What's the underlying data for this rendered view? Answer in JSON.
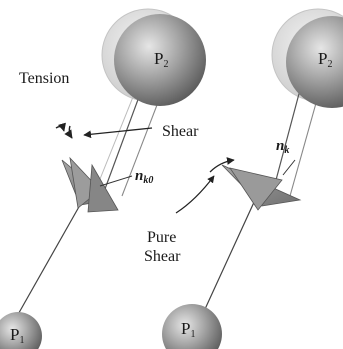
{
  "labels": {
    "tension": "Tension",
    "shear": "Shear",
    "pure_shear_line1": "Pure",
    "pure_shear_line2": "Shear",
    "n_k0_main": "n",
    "n_k0_sub": "k0",
    "n_k_main": "n",
    "n_k_sub": "k",
    "p2_left_main": "P",
    "p2_left_sub": "2",
    "p2_right_main": "P",
    "p2_right_sub": "2",
    "p1_left_main": "P",
    "p1_left_sub": "1",
    "p1_right_main": "P",
    "p1_right_sub": "1"
  },
  "colors": {
    "sphere_light": "#d2d2d2",
    "sphere_mid": "#9a9a9a",
    "sphere_dark": "#5e5e5e",
    "plate": "#8e8e8e",
    "line": "#333333"
  }
}
